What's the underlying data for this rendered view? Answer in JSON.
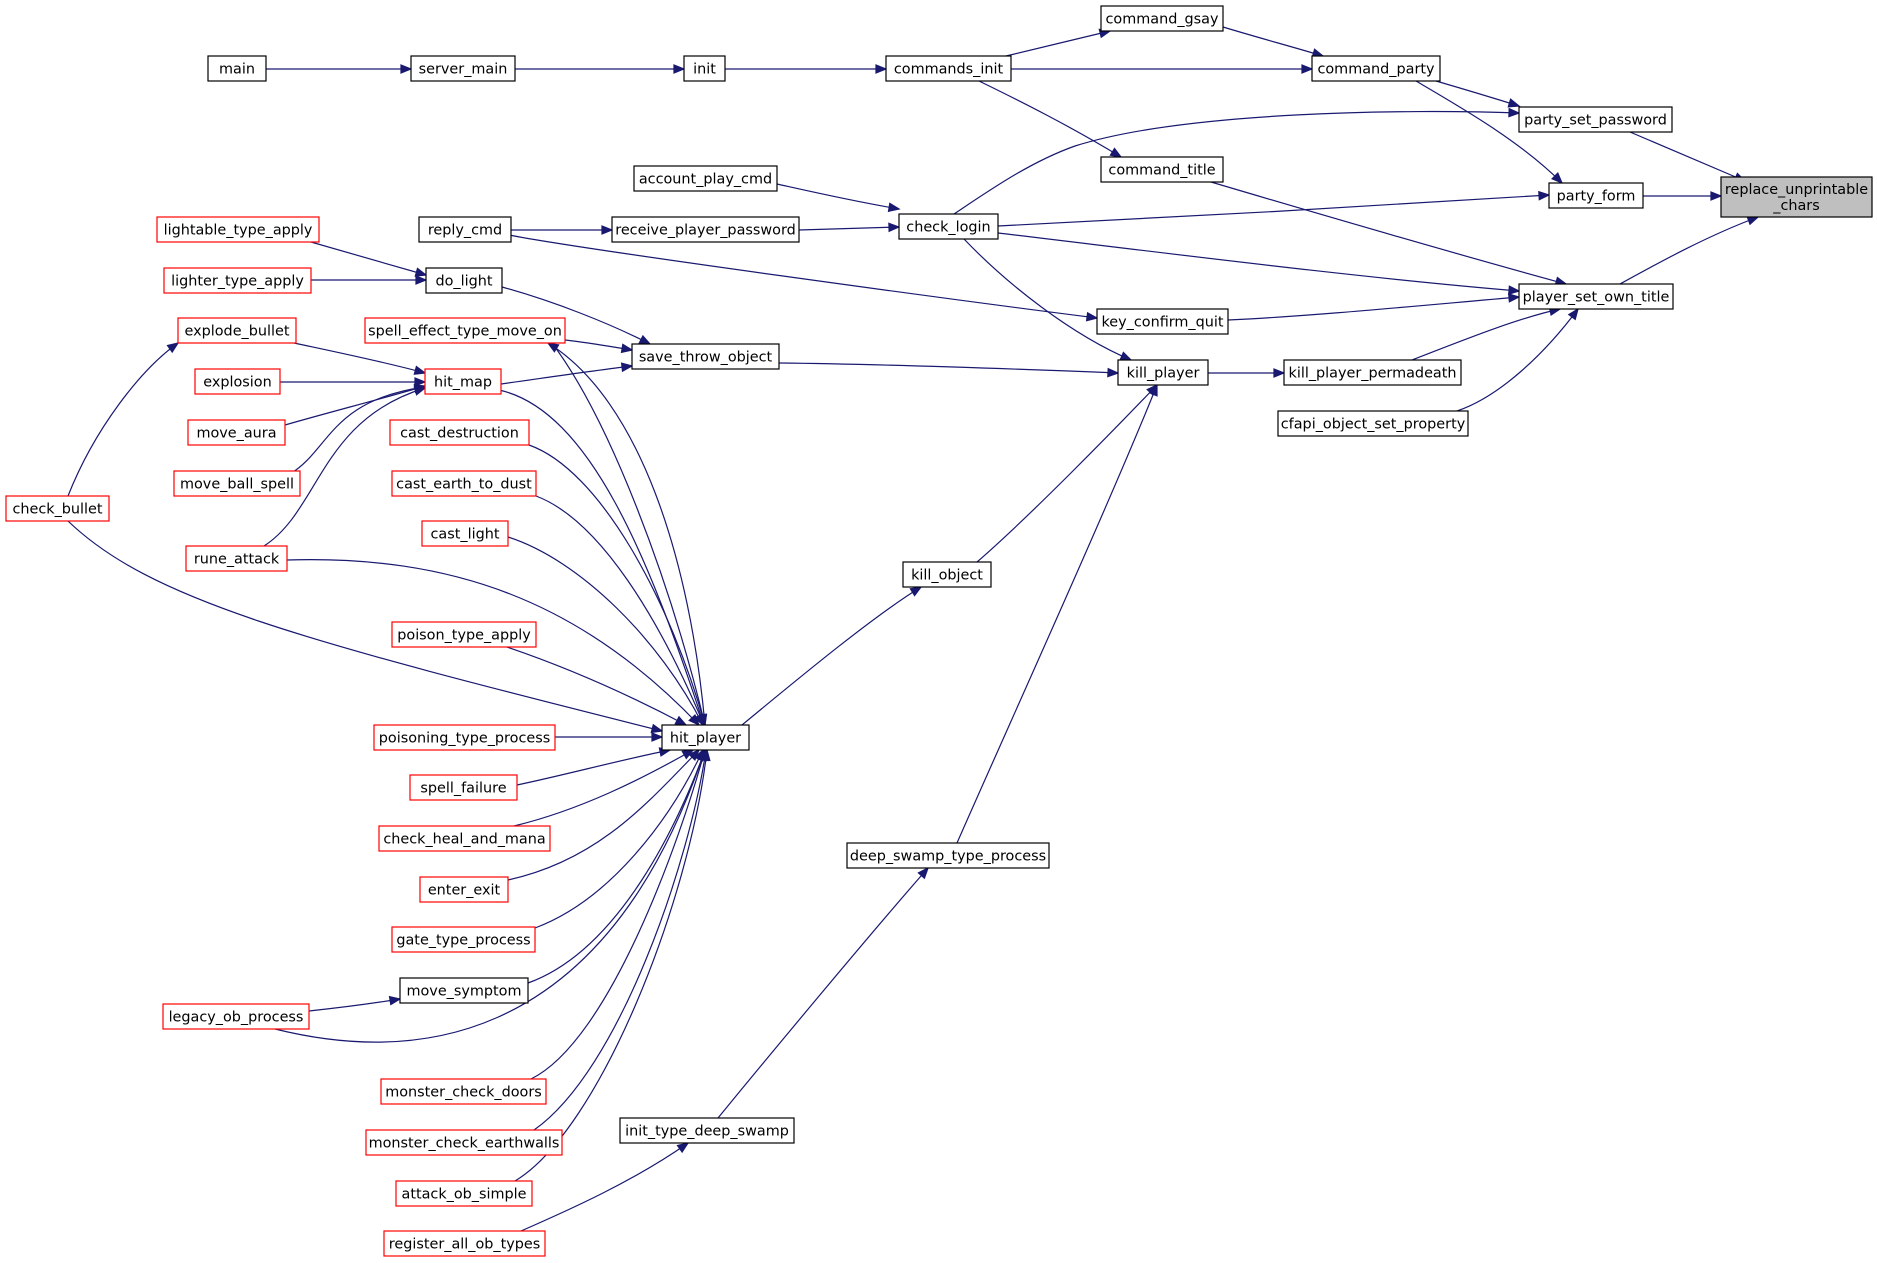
{
  "diagram": {
    "kind": "caller-graph",
    "colors": {
      "edge": "#191970",
      "node_border_normal": "#000000",
      "node_border_truncated": "#ff0000",
      "node_fill_target": "#bfbfbf",
      "node_fill_normal": "#ffffff"
    },
    "nodes": {
      "replace_unprintable_chars": {
        "lines": [
          "replace_unprintable",
          "_chars"
        ],
        "style": "target"
      },
      "party_set_password": {
        "lines": [
          "party_set_password"
        ],
        "style": "normal"
      },
      "party_form": {
        "lines": [
          "party_form"
        ],
        "style": "normal"
      },
      "player_set_own_title": {
        "lines": [
          "player_set_own_title"
        ],
        "style": "normal"
      },
      "command_party": {
        "lines": [
          "command_party"
        ],
        "style": "normal"
      },
      "command_gsay": {
        "lines": [
          "command_gsay"
        ],
        "style": "normal"
      },
      "commands_init": {
        "lines": [
          "commands_init"
        ],
        "style": "normal"
      },
      "init": {
        "lines": [
          "init"
        ],
        "style": "normal"
      },
      "server_main": {
        "lines": [
          "server_main"
        ],
        "style": "normal"
      },
      "main": {
        "lines": [
          "main"
        ],
        "style": "normal"
      },
      "check_login": {
        "lines": [
          "check_login"
        ],
        "style": "normal"
      },
      "account_play_cmd": {
        "lines": [
          "account_play_cmd"
        ],
        "style": "normal"
      },
      "receive_player_password": {
        "lines": [
          "receive_player_password"
        ],
        "style": "normal"
      },
      "reply_cmd": {
        "lines": [
          "reply_cmd"
        ],
        "style": "normal"
      },
      "command_title": {
        "lines": [
          "command_title"
        ],
        "style": "normal"
      },
      "key_confirm_quit": {
        "lines": [
          "key_confirm_quit"
        ],
        "style": "normal"
      },
      "kill_player": {
        "lines": [
          "kill_player"
        ],
        "style": "normal"
      },
      "kill_player_permadeath": {
        "lines": [
          "kill_player_permadeath"
        ],
        "style": "normal"
      },
      "cfapi_object_set_property": {
        "lines": [
          "cfapi_object_set_property"
        ],
        "style": "normal"
      },
      "save_throw_object": {
        "lines": [
          "save_throw_object"
        ],
        "style": "normal"
      },
      "do_light": {
        "lines": [
          "do_light"
        ],
        "style": "normal"
      },
      "lightable_type_apply": {
        "lines": [
          "lightable_type_apply"
        ],
        "style": "truncated"
      },
      "lighter_type_apply": {
        "lines": [
          "lighter_type_apply"
        ],
        "style": "truncated"
      },
      "spell_effect_type_move_on": {
        "lines": [
          "spell_effect_type_move_on"
        ],
        "style": "truncated"
      },
      "hit_map": {
        "lines": [
          "hit_map"
        ],
        "style": "truncated"
      },
      "explode_bullet": {
        "lines": [
          "explode_bullet"
        ],
        "style": "truncated"
      },
      "explosion": {
        "lines": [
          "explosion"
        ],
        "style": "truncated"
      },
      "move_aura": {
        "lines": [
          "move_aura"
        ],
        "style": "truncated"
      },
      "move_ball_spell": {
        "lines": [
          "move_ball_spell"
        ],
        "style": "truncated"
      },
      "rune_attack": {
        "lines": [
          "rune_attack"
        ],
        "style": "truncated"
      },
      "check_bullet": {
        "lines": [
          "check_bullet"
        ],
        "style": "truncated"
      },
      "kill_object": {
        "lines": [
          "kill_object"
        ],
        "style": "normal"
      },
      "hit_player": {
        "lines": [
          "hit_player"
        ],
        "style": "normal"
      },
      "cast_destruction": {
        "lines": [
          "cast_destruction"
        ],
        "style": "truncated"
      },
      "cast_earth_to_dust": {
        "lines": [
          "cast_earth_to_dust"
        ],
        "style": "truncated"
      },
      "cast_light": {
        "lines": [
          "cast_light"
        ],
        "style": "truncated"
      },
      "poison_type_apply": {
        "lines": [
          "poison_type_apply"
        ],
        "style": "truncated"
      },
      "poisoning_type_process": {
        "lines": [
          "poisoning_type_process"
        ],
        "style": "truncated"
      },
      "spell_failure": {
        "lines": [
          "spell_failure"
        ],
        "style": "truncated"
      },
      "check_heal_and_mana": {
        "lines": [
          "check_heal_and_mana"
        ],
        "style": "truncated"
      },
      "enter_exit": {
        "lines": [
          "enter_exit"
        ],
        "style": "truncated"
      },
      "gate_type_process": {
        "lines": [
          "gate_type_process"
        ],
        "style": "truncated"
      },
      "move_symptom": {
        "lines": [
          "move_symptom"
        ],
        "style": "normal"
      },
      "legacy_ob_process": {
        "lines": [
          "legacy_ob_process"
        ],
        "style": "truncated"
      },
      "monster_check_doors": {
        "lines": [
          "monster_check_doors"
        ],
        "style": "truncated"
      },
      "monster_check_earthwalls": {
        "lines": [
          "monster_check_earthwalls"
        ],
        "style": "truncated"
      },
      "attack_ob_simple": {
        "lines": [
          "attack_ob_simple"
        ],
        "style": "truncated"
      },
      "register_all_ob_types": {
        "lines": [
          "register_all_ob_types"
        ],
        "style": "truncated"
      },
      "deep_swamp_type_process": {
        "lines": [
          "deep_swamp_type_process"
        ],
        "style": "normal"
      },
      "init_type_deep_swamp": {
        "lines": [
          "init_type_deep_swamp"
        ],
        "style": "normal"
      }
    },
    "edges": [
      {
        "from": "party_set_password",
        "to": "replace_unprintable_chars"
      },
      {
        "from": "party_form",
        "to": "replace_unprintable_chars"
      },
      {
        "from": "player_set_own_title",
        "to": "replace_unprintable_chars"
      },
      {
        "from": "command_party",
        "to": "party_set_password"
      },
      {
        "from": "check_login",
        "to": "party_set_password"
      },
      {
        "from": "command_party",
        "to": "party_form"
      },
      {
        "from": "check_login",
        "to": "party_form"
      },
      {
        "from": "command_gsay",
        "to": "command_party"
      },
      {
        "from": "commands_init",
        "to": "command_party"
      },
      {
        "from": "commands_init",
        "to": "command_gsay"
      },
      {
        "from": "init",
        "to": "commands_init"
      },
      {
        "from": "server_main",
        "to": "init"
      },
      {
        "from": "main",
        "to": "server_main"
      },
      {
        "from": "commands_init",
        "to": "command_title"
      },
      {
        "from": "account_play_cmd",
        "to": "check_login"
      },
      {
        "from": "receive_player_password",
        "to": "check_login"
      },
      {
        "from": "reply_cmd",
        "to": "receive_player_password"
      },
      {
        "from": "reply_cmd",
        "to": "key_confirm_quit"
      },
      {
        "from": "command_title",
        "to": "player_set_own_title"
      },
      {
        "from": "check_login",
        "to": "player_set_own_title"
      },
      {
        "from": "key_confirm_quit",
        "to": "player_set_own_title"
      },
      {
        "from": "kill_player_permadeath",
        "to": "player_set_own_title"
      },
      {
        "from": "cfapi_object_set_property",
        "to": "player_set_own_title"
      },
      {
        "from": "check_login",
        "to": "kill_player"
      },
      {
        "from": "kill_player",
        "to": "kill_player_permadeath"
      },
      {
        "from": "save_throw_object",
        "to": "kill_player"
      },
      {
        "from": "kill_object",
        "to": "kill_player"
      },
      {
        "from": "deep_swamp_type_process",
        "to": "kill_player"
      },
      {
        "from": "do_light",
        "to": "save_throw_object"
      },
      {
        "from": "spell_effect_type_move_on",
        "to": "save_throw_object"
      },
      {
        "from": "hit_map",
        "to": "save_throw_object"
      },
      {
        "from": "hit_player",
        "to": "save_throw_object"
      },
      {
        "from": "lightable_type_apply",
        "to": "do_light"
      },
      {
        "from": "lighter_type_apply",
        "to": "do_light"
      },
      {
        "from": "explode_bullet",
        "to": "hit_map"
      },
      {
        "from": "explosion",
        "to": "hit_map"
      },
      {
        "from": "move_aura",
        "to": "hit_map"
      },
      {
        "from": "move_ball_spell",
        "to": "hit_map"
      },
      {
        "from": "rune_attack",
        "to": "hit_map"
      },
      {
        "from": "check_bullet",
        "to": "explode_bullet"
      },
      {
        "from": "hit_player",
        "to": "kill_object"
      },
      {
        "from": "hit_map",
        "to": "hit_player"
      },
      {
        "from": "spell_effect_type_move_on",
        "to": "hit_player"
      },
      {
        "from": "cast_destruction",
        "to": "hit_player"
      },
      {
        "from": "cast_earth_to_dust",
        "to": "hit_player"
      },
      {
        "from": "cast_light",
        "to": "hit_player"
      },
      {
        "from": "rune_attack",
        "to": "hit_player"
      },
      {
        "from": "check_bullet",
        "to": "hit_player"
      },
      {
        "from": "poison_type_apply",
        "to": "hit_player"
      },
      {
        "from": "poisoning_type_process",
        "to": "hit_player"
      },
      {
        "from": "spell_failure",
        "to": "hit_player"
      },
      {
        "from": "check_heal_and_mana",
        "to": "hit_player"
      },
      {
        "from": "enter_exit",
        "to": "hit_player"
      },
      {
        "from": "gate_type_process",
        "to": "hit_player"
      },
      {
        "from": "move_symptom",
        "to": "hit_player"
      },
      {
        "from": "legacy_ob_process",
        "to": "hit_player"
      },
      {
        "from": "monster_check_doors",
        "to": "hit_player"
      },
      {
        "from": "monster_check_earthwalls",
        "to": "hit_player"
      },
      {
        "from": "attack_ob_simple",
        "to": "hit_player"
      },
      {
        "from": "legacy_ob_process",
        "to": "move_symptom"
      },
      {
        "from": "init_type_deep_swamp",
        "to": "deep_swamp_type_process"
      },
      {
        "from": "register_all_ob_types",
        "to": "init_type_deep_swamp"
      }
    ]
  }
}
